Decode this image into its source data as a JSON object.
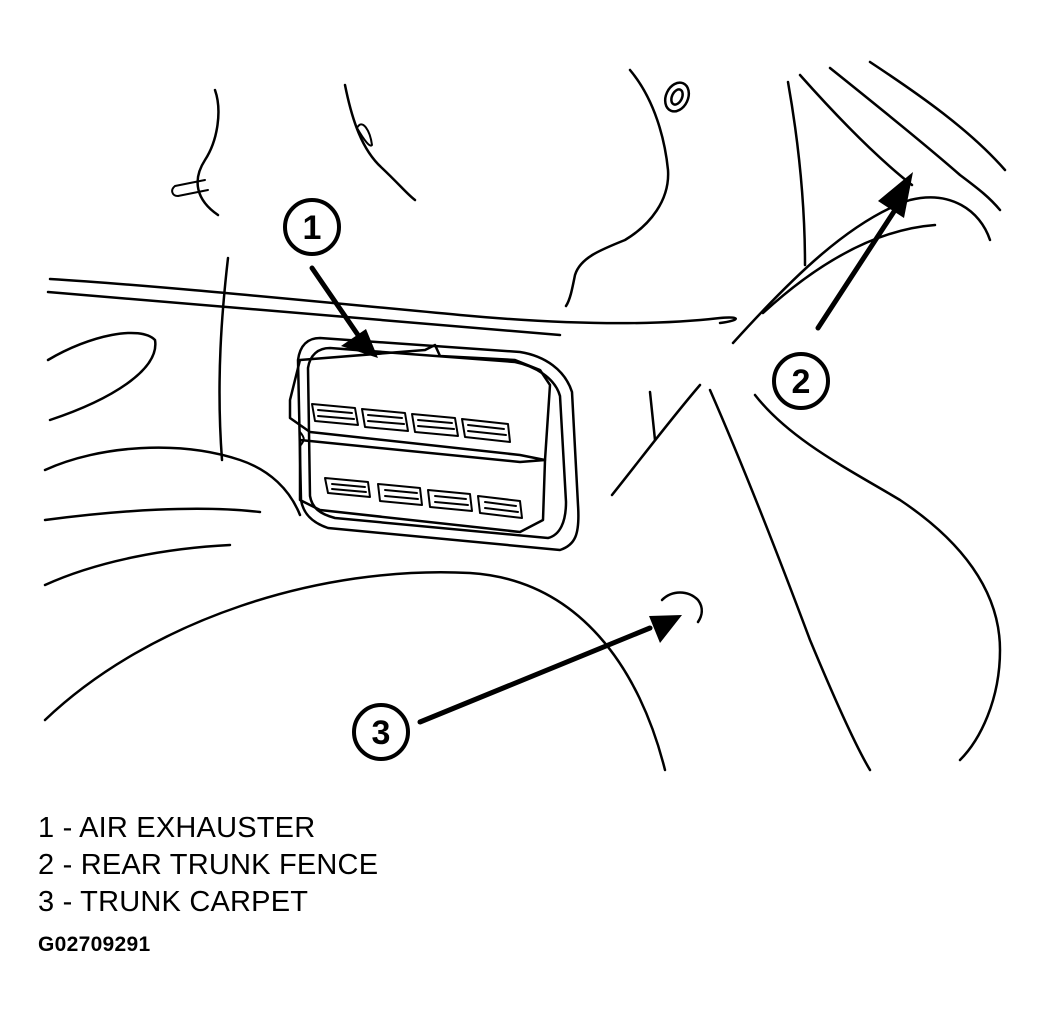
{
  "callouts": [
    {
      "number": "1",
      "label": "AIR EXHAUSTER"
    },
    {
      "number": "2",
      "label": "REAR TRUNK FENCE"
    },
    {
      "number": "3",
      "label": "TRUNK CARPET"
    }
  ],
  "legend": {
    "item1": "1 - AIR EXHAUSTER",
    "item2": "2 - REAR TRUNK FENCE",
    "item3": "3 - TRUNK CARPET"
  },
  "figure_id": "G02709291"
}
